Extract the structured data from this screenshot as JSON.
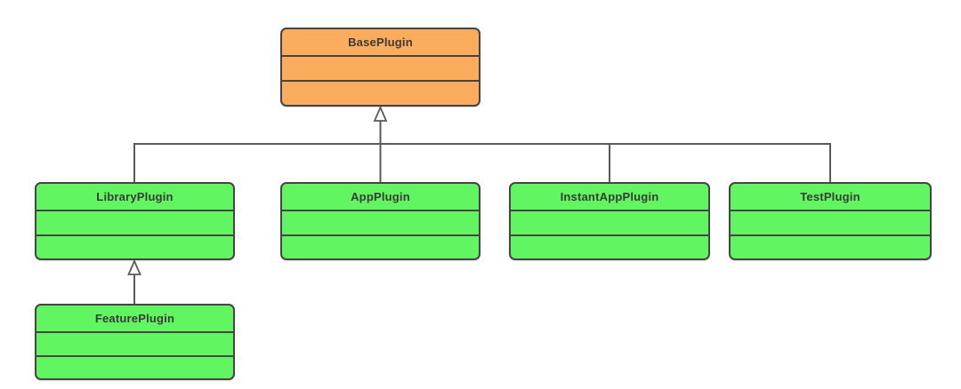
{
  "diagram": {
    "kind": "uml-class-inheritance-diagram",
    "classes": [
      {
        "name": "BasePlugin",
        "role": "superclass",
        "color": "orange"
      },
      {
        "name": "LibraryPlugin",
        "role": "subclass",
        "color": "green"
      },
      {
        "name": "AppPlugin",
        "role": "subclass",
        "color": "green"
      },
      {
        "name": "InstantAppPlugin",
        "role": "subclass",
        "color": "green"
      },
      {
        "name": "TestPlugin",
        "role": "subclass",
        "color": "green"
      },
      {
        "name": "FeaturePlugin",
        "role": "subclass",
        "color": "green"
      }
    ],
    "relationships": [
      {
        "from": "LibraryPlugin",
        "to": "BasePlugin",
        "type": "generalization"
      },
      {
        "from": "AppPlugin",
        "to": "BasePlugin",
        "type": "generalization"
      },
      {
        "from": "InstantAppPlugin",
        "to": "BasePlugin",
        "type": "generalization"
      },
      {
        "from": "TestPlugin",
        "to": "BasePlugin",
        "type": "generalization"
      },
      {
        "from": "FeaturePlugin",
        "to": "LibraryPlugin",
        "type": "generalization"
      }
    ],
    "colors": {
      "base_fill": "#FBAD5D",
      "subclass_fill": "#61F561",
      "border": "#454545",
      "line": "#5A5A5A",
      "text": "#3A3A3A",
      "background": "#FFFFFF"
    }
  }
}
